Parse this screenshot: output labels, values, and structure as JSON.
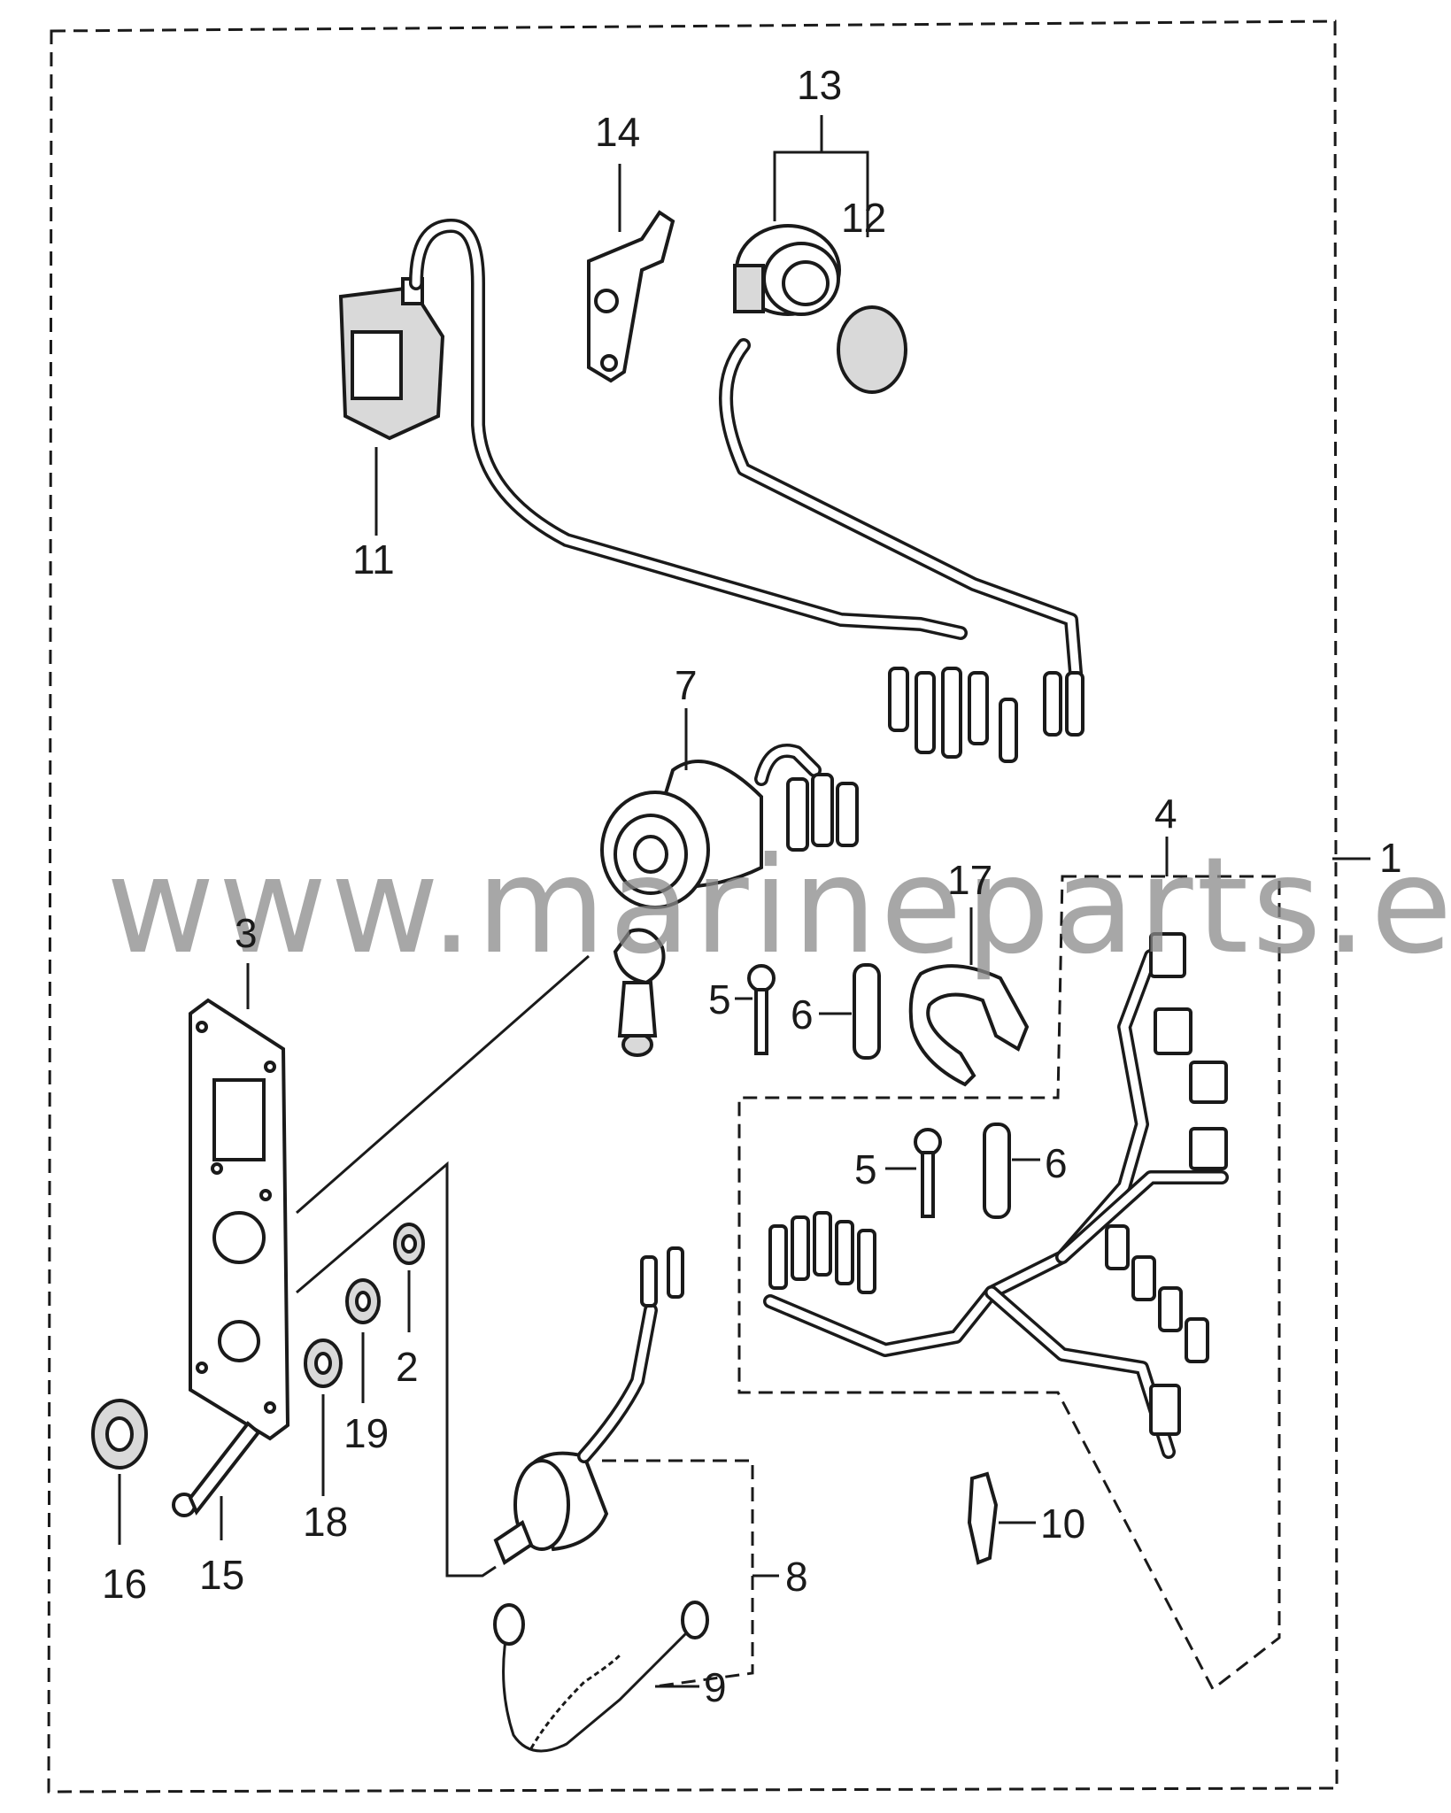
{
  "watermark": "www.marineparts.eu",
  "callouts": {
    "c1": "1",
    "c2": "2",
    "c3": "3",
    "c4": "4",
    "c5a": "5",
    "c5b": "5",
    "c6a": "6",
    "c6b": "6",
    "c7": "7",
    "c8": "8",
    "c9": "9",
    "c10": "10",
    "c11": "11",
    "c12": "12",
    "c13": "13",
    "c14": "14",
    "c15": "15",
    "c16": "16",
    "c17": "17",
    "c18": "18",
    "c19": "19"
  }
}
